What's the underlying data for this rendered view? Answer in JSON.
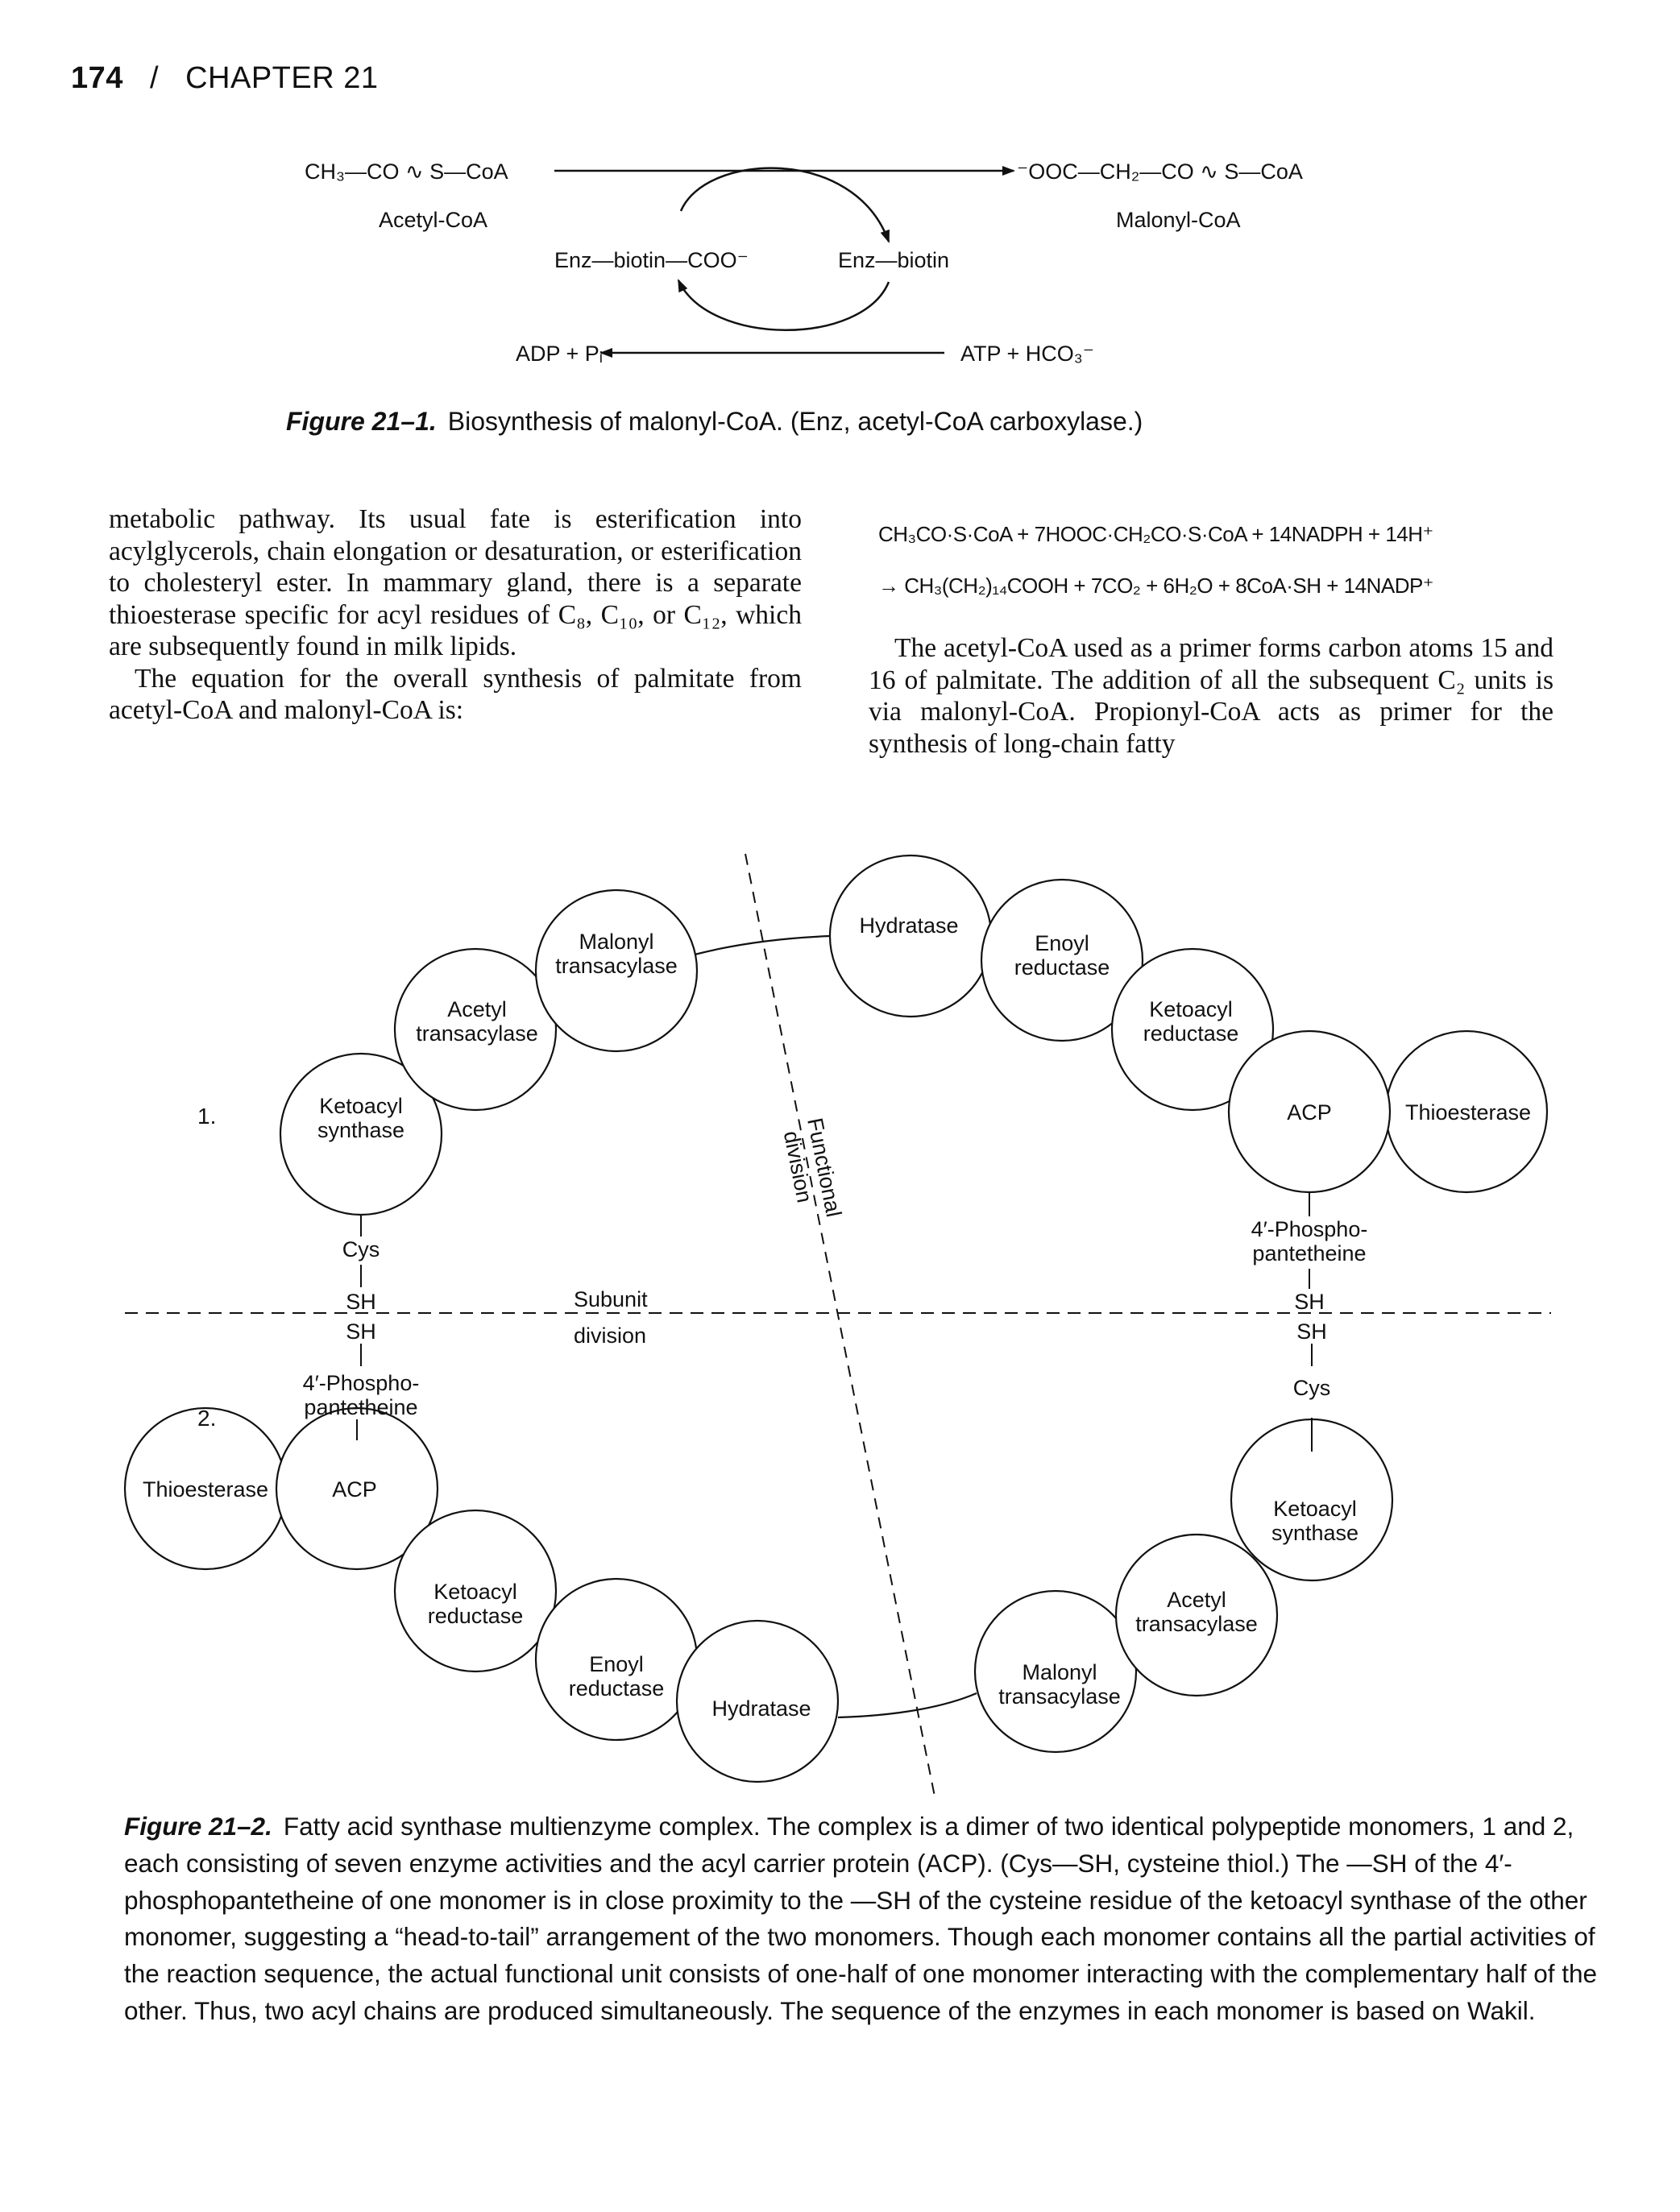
{
  "header": {
    "page_number": "174",
    "separator": "/",
    "chapter": "CHAPTER 21"
  },
  "figure1": {
    "acetyl_formula": "CH₃—CO ∿ S—CoA",
    "acetyl_name": "Acetyl-CoA",
    "malonyl_formula": "⁻OOC—CH₂—CO ∿ S—CoA",
    "malonyl_name": "Malonyl-CoA",
    "enz_biotin_coo": "Enz—biotin—COO⁻",
    "enz_biotin": "Enz—biotin",
    "adp_pi": "ADP + Pᵢ",
    "atp_hco3": "ATP + HCO₃⁻",
    "caption_label": "Figure 21–1.",
    "caption_text": "Biosynthesis of malonyl-CoA. (Enz, acetyl-CoA carboxylase.)"
  },
  "text_left": {
    "p1": "metabolic pathway. Its usual fate is esterification into acylglycerols, chain elongation or desaturation, or esterification to cholesteryl ester. In mammary gland, there is a separate thioesterase specific for acyl residues of C₈, C₁₀, or C₁₂, which are subsequently found in milk lipids.",
    "p2": "The equation for the overall synthesis of palmitate from acetyl-CoA and malonyl-CoA is:"
  },
  "equation": {
    "line1": "CH₃CO·S·CoA + 7HOOC·CH₂CO·S·CoA + 14NADPH + 14H⁺",
    "line2": "→ CH₃(CH₂)₁₄COOH + 7CO₂ + 6H₂O + 8CoA·SH + 14NADP⁺"
  },
  "text_right": {
    "p1": "The acetyl-CoA used as a primer forms carbon atoms 15 and 16 of palmitate. The addition of all the subsequent C₂ units is via malonyl-CoA. Propionyl-CoA acts as primer for the synthesis of long-chain fatty"
  },
  "figure2": {
    "monomer1_label": "1.",
    "monomer2_label": "2.",
    "ketoacyl_synthase": [
      "Ketoacyl",
      "synthase"
    ],
    "acetyl_transacylase": [
      "Acetyl",
      "transacylase"
    ],
    "malonyl_transacylase": [
      "Malonyl",
      "transacylase"
    ],
    "hydratase": "Hydratase",
    "enoyl_reductase": [
      "Enoyl",
      "reductase"
    ],
    "ketoacyl_reductase": [
      "Ketoacyl",
      "reductase"
    ],
    "acp": "ACP",
    "thioesterase": "Thioesterase",
    "phosphopantetheine": [
      "4′-Phospho-",
      "pantetheine"
    ],
    "cys": "Cys",
    "sh": "SH",
    "subunit_division": [
      "Subunit",
      "division"
    ],
    "functional_division": [
      "Functional",
      "division"
    ],
    "caption_label": "Figure 21–2.",
    "caption_text": "Fatty acid synthase multienzyme complex. The complex is a dimer of two identical polypeptide monomers, 1 and 2, each consisting of seven enzyme activities and the acyl carrier protein (ACP). (Cys—SH, cysteine thiol.) The —SH of the 4′-phosphopantetheine of one monomer is in close proximity to the —SH of the cysteine residue of the ketoacyl synthase of the other monomer, suggesting a “head-to-tail” arrangement of the two monomers. Though each monomer contains all the partial activities of the reaction sequence, the actual functional unit consists of one-half of one monomer interacting with the complementary half of the other. Thus, two acyl chains are produced simultaneously. The sequence of the enzymes in each monomer is based on Wakil."
  }
}
